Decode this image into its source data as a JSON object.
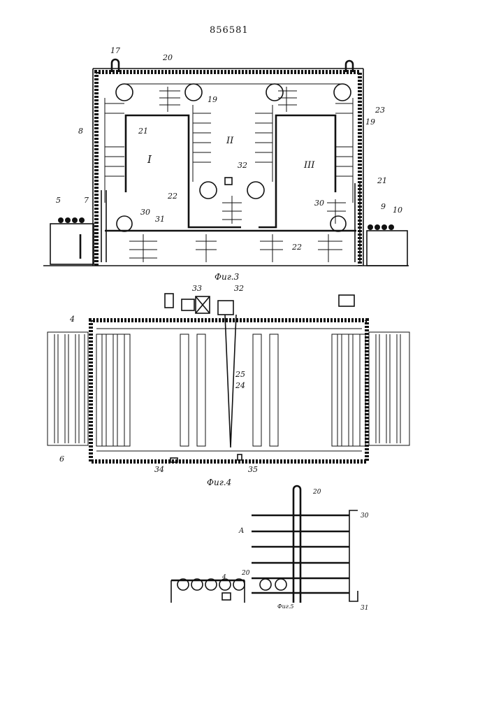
{
  "patent_number": "856581",
  "figures": {
    "fig3": "Фиг.3",
    "fig4": "Фиг.4",
    "fig5": "Фиг.5"
  },
  "fig3_labels": {
    "n17": "17",
    "n20": "20",
    "n19a": "19",
    "n23": "23",
    "n19b": "19",
    "n8": "8",
    "n21a": "21",
    "rI": "I",
    "rII": "II",
    "rIII": "III",
    "n32": "32",
    "n22a": "22",
    "n21b": "21",
    "n30a": "30",
    "n5": "5",
    "n7": "7",
    "n30b": "30",
    "n31": "31",
    "n9": "9",
    "n10": "10",
    "n22b": "22"
  },
  "fig4_labels": {
    "n33": "33",
    "n32": "32",
    "n4": "4",
    "n25": "25",
    "n24": "24",
    "n6": "6",
    "n34": "34",
    "n35": "35"
  },
  "fig5_labels": {
    "n20a": "20",
    "n30": "30",
    "A": "A",
    "n4": "4",
    "n20b": "20",
    "n31": "31"
  }
}
